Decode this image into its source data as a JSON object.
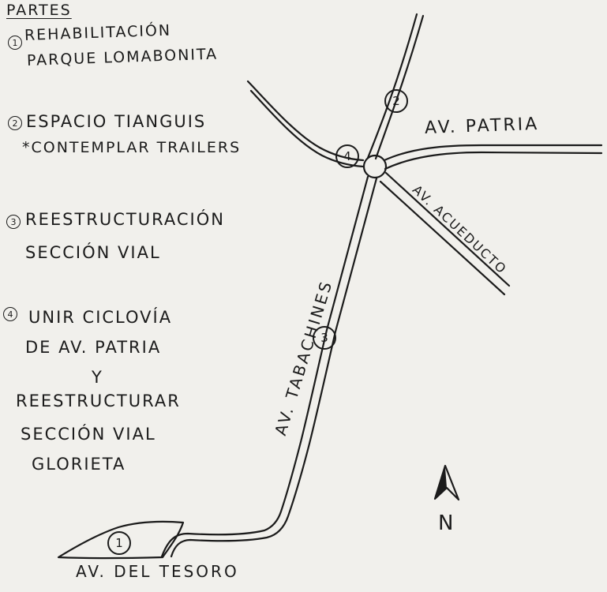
{
  "legend": {
    "title": "PARTES",
    "items": [
      {
        "number": "1",
        "lines": [
          "REHABILITACIÓN",
          "PARQUE LOMABONITA"
        ]
      },
      {
        "number": "2",
        "lines": [
          "ESPACIO TIANGUIS",
          "*CONTEMPLAR TRAILERS"
        ]
      },
      {
        "number": "3",
        "lines": [
          "REESTRUCTURACIÓN",
          "SECCIÓN VIAL"
        ]
      },
      {
        "number": "4",
        "lines": [
          "UNIR CICLOVÍA",
          "DE AV. PATRIA",
          "Y",
          "REESTRUCTURAR",
          "SECCIÓN VIAL",
          "GLORIETA"
        ]
      }
    ]
  },
  "map": {
    "roads": {
      "patria": "AV. PATRIA",
      "acueducto": "AV. ACUEDUCTO",
      "tabachines": "AV. TABACHINES",
      "tesoro": "AV. DEL TESORO"
    },
    "markers": [
      "1",
      "2",
      "3",
      "4"
    ],
    "north_label": "N"
  }
}
